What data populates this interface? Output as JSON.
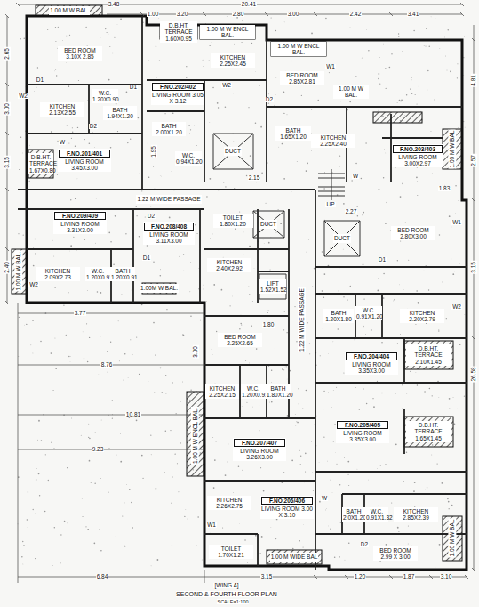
{
  "diagram": {
    "title": "SECOND & FOURTH FLOOR PLAN",
    "caption": "SCALE=1:100",
    "nodes": [
      {
        "text": [
          "1.00 M W BAL."
        ]
      },
      {
        "text": [
          "BED ROOM 3.10X 2.85"
        ]
      },
      {
        "text": [
          "KITCHEN 2.13X2.55"
        ]
      },
      {
        "text": [
          "W.C. 1.20X0.90"
        ]
      },
      {
        "text": [
          "BATH 1.94X1.20"
        ]
      },
      {
        "text": [
          "F.NO.201/401",
          "LIVING ROOM 3.45X3.00"
        ]
      },
      {
        "text": [
          "D.B.HT. TERRACE 1.67X0.80"
        ]
      },
      {
        "text": [
          "D.B.HT. TERRACE 1.60X0.95"
        ]
      },
      {
        "text": [
          "1.00 M W ENCL BAL."
        ]
      },
      {
        "text": [
          "KITCHEN 2.25X2.45"
        ]
      },
      {
        "text": [
          "F.NO.202/402",
          "LIVING ROOM 3.05 X 3.12"
        ]
      },
      {
        "text": [
          "BATH 2.00X1.20"
        ]
      },
      {
        "text": [
          "W.C. 0.94X1.20"
        ]
      },
      {
        "text": [
          "DUCT"
        ]
      },
      {
        "text": [
          "1.00 M W ENCL BAL."
        ]
      },
      {
        "text": [
          "BED ROOM 2.85X2.81"
        ]
      },
      {
        "text": [
          "1.00 M W BAL."
        ]
      },
      {
        "text": [
          "BATH 1.65X1.20"
        ]
      },
      {
        "text": [
          "KITCHEN 2.25X2.40"
        ]
      },
      {
        "text": [
          "F.NO.203/403",
          "LIVING ROOM 3.00X2.97"
        ]
      },
      {
        "text": [
          "1.00 M W BAL"
        ]
      },
      {
        "text": [
          "1.22 M WIDE PASSAGE"
        ]
      },
      {
        "text": [
          "F.NO.209/409",
          "LIVING ROOM 3.31X3.00"
        ]
      },
      {
        "text": [
          "1.00 M W BAL."
        ]
      },
      {
        "text": [
          "KITCHEN 2.09X2.73"
        ]
      },
      {
        "text": [
          "W.C. 1.20X0.91"
        ]
      },
      {
        "text": [
          "BATH 1.20X0.91"
        ]
      },
      {
        "text": [
          "1.00M W BAL."
        ]
      },
      {
        "text": [
          "F.NO.208/408",
          "LIVING ROOM 3.11X3.00"
        ]
      },
      {
        "text": [
          "TOILET 1.80X1.20"
        ]
      },
      {
        "text": [
          "DUCT"
        ]
      },
      {
        "text": [
          "KITCHEN 2.40X2.92"
        ]
      },
      {
        "text": [
          "LIFT 1.52X1.52"
        ]
      },
      {
        "text": [
          "1.22 M WIDE PASSAGE"
        ]
      },
      {
        "text": [
          "DUCT"
        ]
      },
      {
        "text": [
          "BED ROOM 2.80X3.00"
        ]
      },
      {
        "text": [
          "BATH 1.20X1.80"
        ]
      },
      {
        "text": [
          "W.C. 0.91X1.20"
        ]
      },
      {
        "text": [
          "KITCHEN 2.20X2.79"
        ]
      },
      {
        "text": [
          "D.B.HT. TERRACE 2.10X1.45"
        ]
      },
      {
        "text": [
          "F.NO.204/404",
          "LIVING ROOM 3.35X3.00"
        ]
      },
      {
        "text": [
          "BED ROOM 2.25X2.65"
        ]
      },
      {
        "text": [
          "KITCHEN 2.25X2.15"
        ]
      },
      {
        "text": [
          "W.C. 1.20X0.91"
        ]
      },
      {
        "text": [
          "BATH 1.80X1.20"
        ]
      },
      {
        "text": [
          "1.00 M W ENCL BAL."
        ]
      },
      {
        "text": [
          "F.NO.207/407",
          "LIVING ROOM 3.26X3.00"
        ]
      },
      {
        "text": [
          "F.NO.205/405",
          "LIVING ROOM 3.35X3.00"
        ]
      },
      {
        "text": [
          "D.B.HT. TERRACE 1.65X1.45"
        ]
      },
      {
        "text": [
          "F.NO.206/406",
          "LIVING ROOM 3.00 X 3.10"
        ]
      },
      {
        "text": [
          "KITCHEN 2.26X2.75"
        ]
      },
      {
        "text": [
          "BATH 2.0X1.20"
        ]
      },
      {
        "text": [
          "W.C. 0.91X1.32"
        ]
      },
      {
        "text": [
          "KITCHEN 2.85X2.39"
        ]
      },
      {
        "text": [
          "TOILET 1.70X1.21"
        ]
      },
      {
        "text": [
          "1.00 M WIDE BAL"
        ]
      },
      {
        "text": [
          "BED ROOM 2.99 X 3.00"
        ]
      },
      {
        "text": [
          "1.00 M W BAL"
        ]
      }
    ],
    "labels": [
      "20.41",
      "3.48",
      "1.00",
      "3.20",
      "2.80",
      "3.00",
      "2.42",
      "3.41",
      "2.65",
      "3.00",
      "3.15",
      "2.40",
      "4.81",
      "2.57",
      "3.15",
      "26.58",
      "3.77",
      "8.76",
      "10.81",
      "9.23",
      "6.84",
      "3.15",
      "1.20",
      "1.87",
      "3.10",
      "1.95",
      "2.15",
      "2.27",
      "1.83",
      "UP",
      "1.80",
      "3.00",
      "[WING A]",
      "D1",
      "W2",
      "D2",
      "W",
      "D1",
      "W2",
      "W1",
      "D2",
      "W",
      "W1",
      "D1",
      "W2",
      "D2",
      "W2",
      "D1",
      "W1",
      "D2",
      "W"
    ]
  }
}
